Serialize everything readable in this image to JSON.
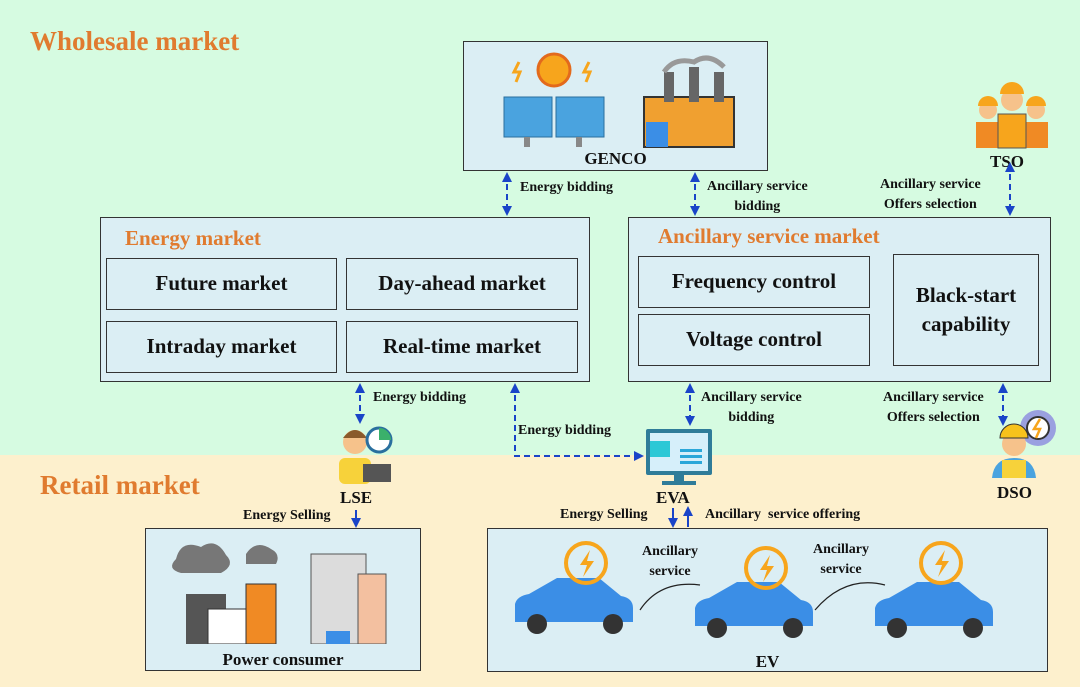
{
  "regions": {
    "wholesale": "Wholesale market",
    "retail": "Retail market"
  },
  "actors": {
    "genco": "GENCO",
    "tso": "TSO",
    "lse": "LSE",
    "eva": "EVA",
    "dso": "DSO",
    "consumer": "Power consumer",
    "ev": "EV"
  },
  "energy_market": {
    "title": "Energy market",
    "items": [
      "Future market",
      "Day-ahead market",
      "Intraday market",
      "Real-time market"
    ]
  },
  "ancillary_market": {
    "title": "Ancillary service market",
    "items": [
      "Frequency control",
      "Voltage control",
      "Black-start capability"
    ]
  },
  "flows": {
    "genco_energy": "Energy bidding",
    "genco_anc": [
      "Ancillary service",
      "bidding"
    ],
    "tso": [
      "Ancillary service",
      "Offers selection"
    ],
    "lse_energy": "Energy bidding",
    "eva_energy": "Energy bidding",
    "eva_anc": [
      "Ancillary service",
      "bidding"
    ],
    "dso": [
      "Ancillary service",
      "Offers selection"
    ],
    "lse_selling": "Energy Selling",
    "eva_selling": "Energy Selling",
    "eva_offering": "Ancillary  service offering",
    "v2v_1": [
      "Ancillary",
      "service"
    ],
    "v2v_2": [
      "Ancillary",
      "service"
    ]
  },
  "colors": {
    "wholesale_bg": "#d6fbe1",
    "retail_bg": "#fdf0cd",
    "box": "#dbeef4",
    "accent": "#e07b2f",
    "arrow": "#1a44c8",
    "car": "#3b8ee6"
  }
}
